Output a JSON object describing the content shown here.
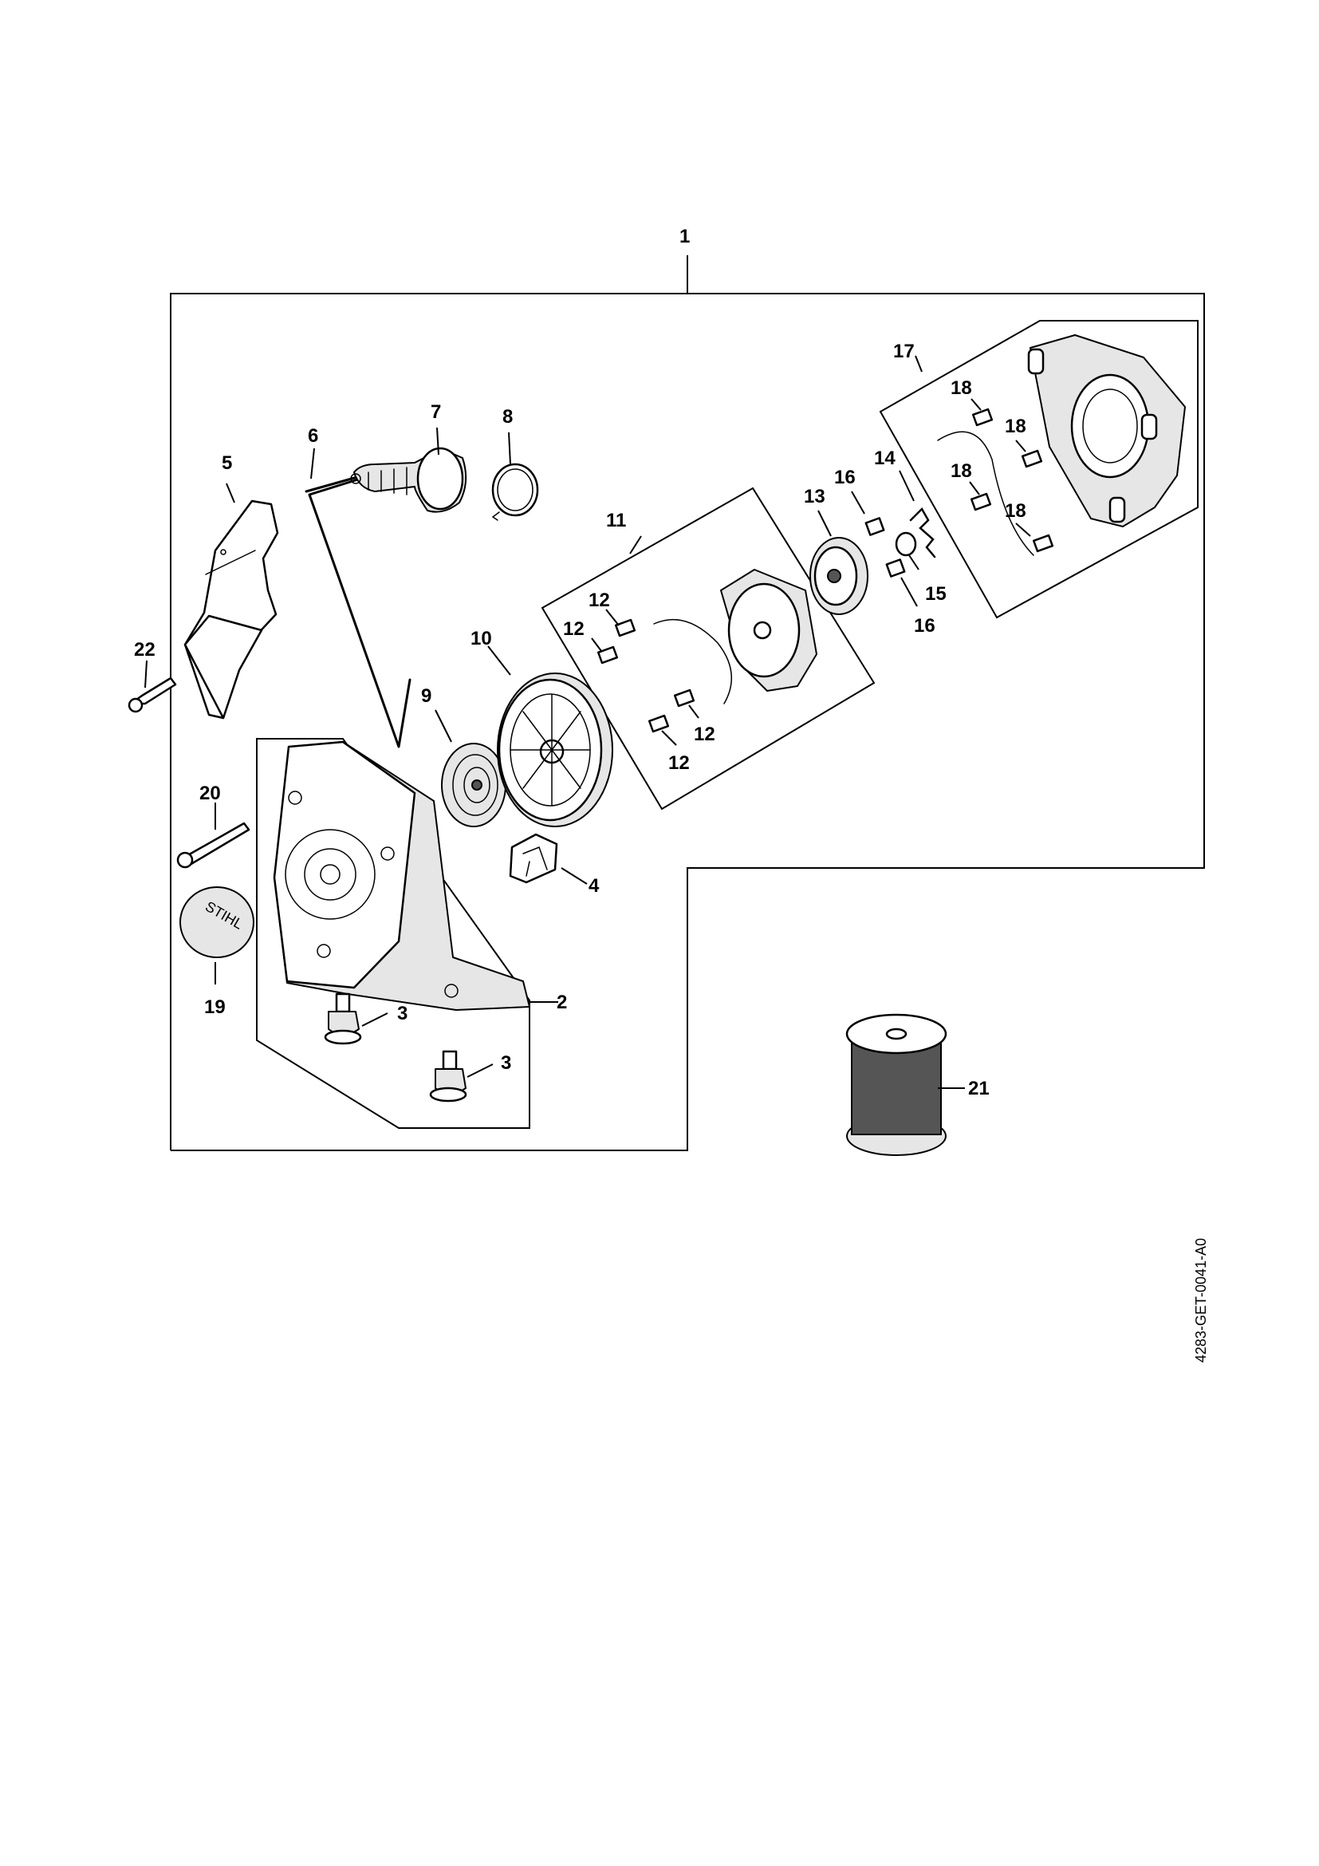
{
  "diagram": {
    "drawing_code": "4283-GET-0041-A0",
    "callouts": [
      "1",
      "2",
      "3",
      "3",
      "4",
      "5",
      "6",
      "7",
      "8",
      "9",
      "10",
      "11",
      "12",
      "12",
      "12",
      "12",
      "13",
      "14",
      "15",
      "16",
      "16",
      "17",
      "18",
      "18",
      "18",
      "18",
      "19",
      "20",
      "21",
      "22"
    ],
    "logo_text": "STIHL"
  }
}
